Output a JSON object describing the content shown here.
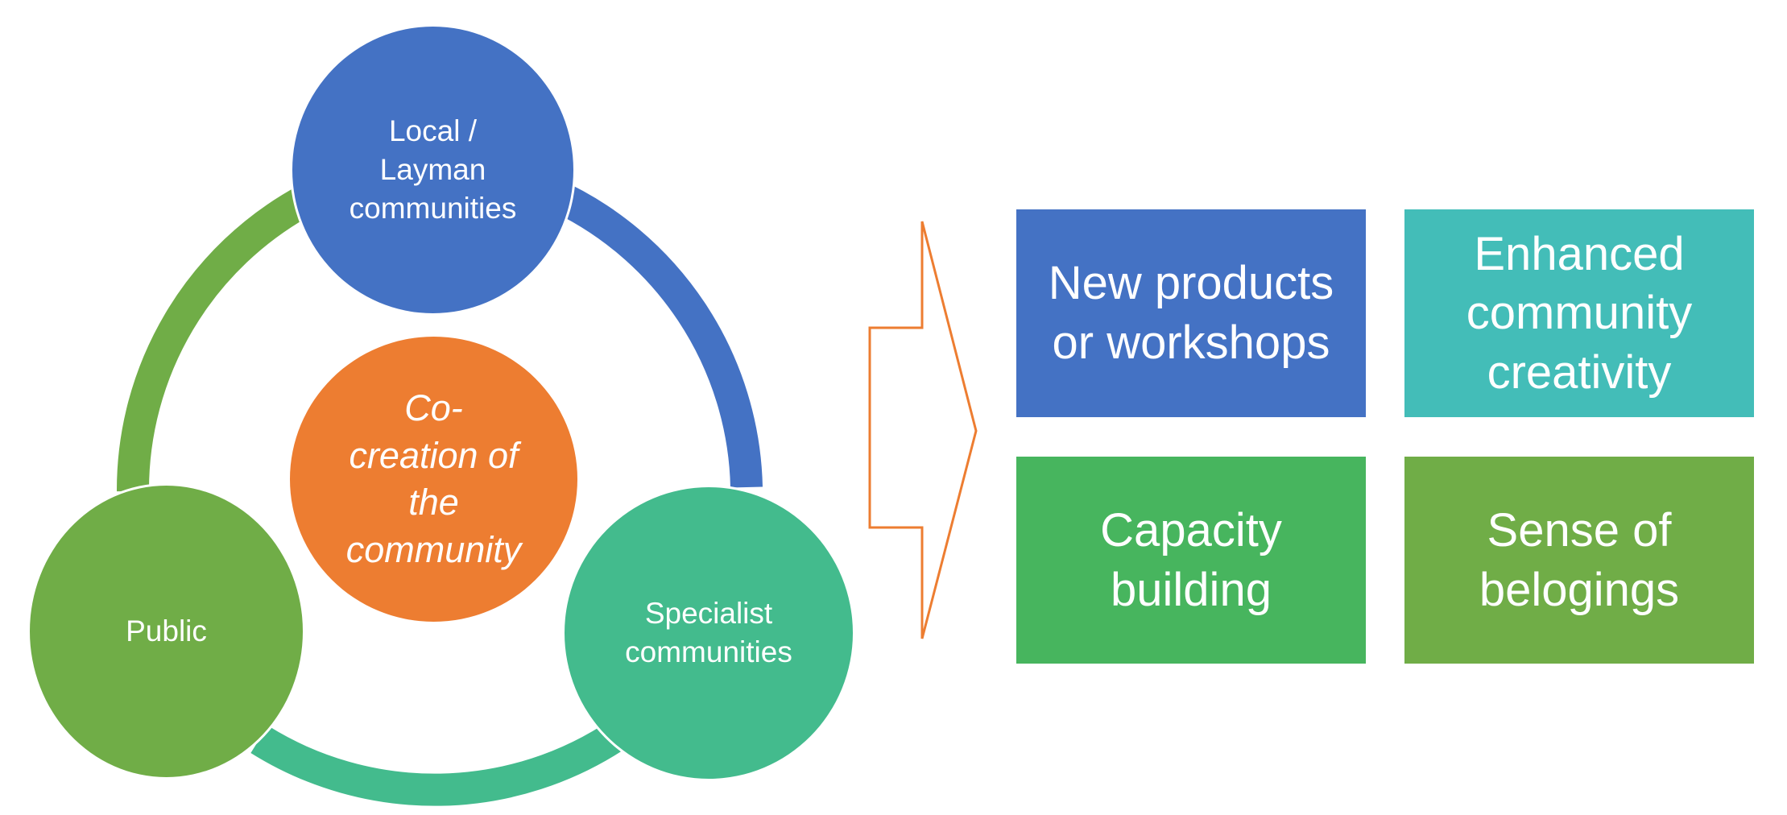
{
  "diagram": {
    "nodes": {
      "top": {
        "label": "Local /\nLayman\ncommunities",
        "color": "#4472C4"
      },
      "left": {
        "label": "Public",
        "color": "#70AD47"
      },
      "right": {
        "label": "Specialist\ncommunities",
        "color": "#43BB8D"
      },
      "center": {
        "label": "Co-\ncreation of\nthe\ncommunity",
        "color": "#ED7D31"
      }
    },
    "arcs": {
      "top_to_right": {
        "color": "#4472C4"
      },
      "right_to_left": {
        "color": "#43BB8D"
      },
      "left_to_top": {
        "color": "#70AD47"
      }
    },
    "arrow": {
      "color": "#ED7D31"
    },
    "outcomes": [
      {
        "label": "New products\nor workshops",
        "color": "#4472C4"
      },
      {
        "label": "Enhanced\ncommunity\ncreativity",
        "color": "#43BDB8"
      },
      {
        "label": "Capacity\nbuilding",
        "color": "#47B55E"
      },
      {
        "label": "Sense of\nbelogings",
        "color": "#70AD47"
      }
    ]
  }
}
